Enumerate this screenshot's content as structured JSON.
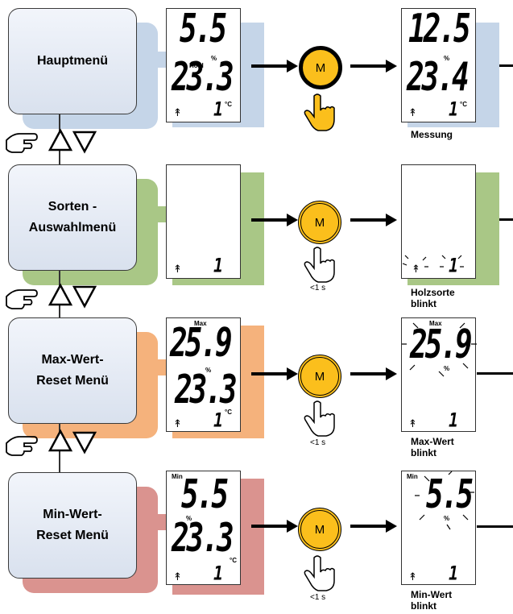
{
  "menus": [
    {
      "title": "Hauptmenü",
      "color": "#c5d5e8"
    },
    {
      "title": "Sorten -\nAuswahlmenü",
      "color": "#a9c786"
    },
    {
      "title": "Max-Wert-\nReset Menü",
      "color": "#f5b27c"
    },
    {
      "title": "Min-Wert-\nReset Menü",
      "color": "#da938f"
    }
  ],
  "displays": {
    "hauptmenu": {
      "top_value": "5.5",
      "unit_top": "%",
      "label": "Hold",
      "bottom_value": "23.3",
      "unit_bottom": "°C",
      "count": "1"
    },
    "hauptmenu_result": {
      "top_value": "12.5",
      "unit_top": "%",
      "bottom_value": "23.4",
      "unit_bottom": "°C",
      "count": "1"
    },
    "sorten": {
      "count": "1"
    },
    "sorten_result": {
      "count": "1"
    },
    "max": {
      "label": "Max",
      "top_value": "25.9",
      "unit_top": "%",
      "bottom_value": "23.3",
      "unit_bottom": "°C",
      "count": "1"
    },
    "max_result": {
      "label": "Max",
      "top_value": "25.9",
      "unit_top": "%",
      "count": "1"
    },
    "min": {
      "label": "Min",
      "top_value": "5.5",
      "unit_top": "%",
      "bottom_value": "23.3",
      "unit_bottom": "°C",
      "count": "1"
    },
    "min_result": {
      "label": "Min",
      "top_value": "5.5",
      "unit_top": "%",
      "count": "1"
    }
  },
  "button_label": "M",
  "press_duration": "<1 s",
  "captions": {
    "messung": "Messung",
    "holzsorte": "Holzsorte\nblinkt",
    "maxwert": "Max-Wert\nblinkt",
    "minwert": "Min-Wert\nblinkt"
  },
  "colors": {
    "button_fill": "#fbbf1c",
    "hand": "#fbbf1c",
    "arrow": "#000000"
  }
}
